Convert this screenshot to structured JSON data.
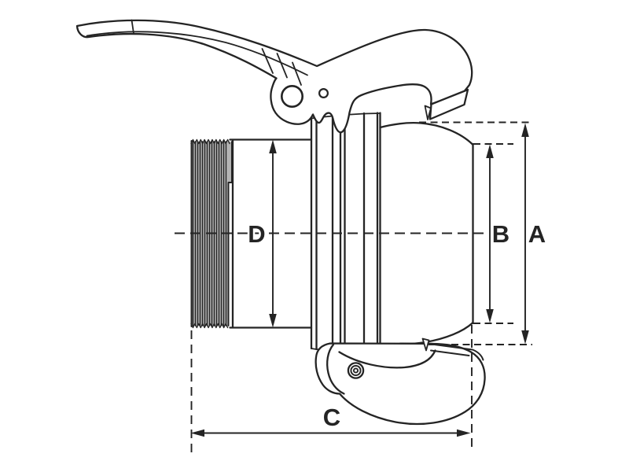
{
  "figure": {
    "subject": "lever-coupling-fitting-technical-drawing",
    "background": "#ffffff",
    "ink_color": "#242424",
    "thread_fill": "#b3b3b3"
  },
  "labels": {
    "A": "A",
    "B": "B",
    "C": "C",
    "D": "D"
  }
}
